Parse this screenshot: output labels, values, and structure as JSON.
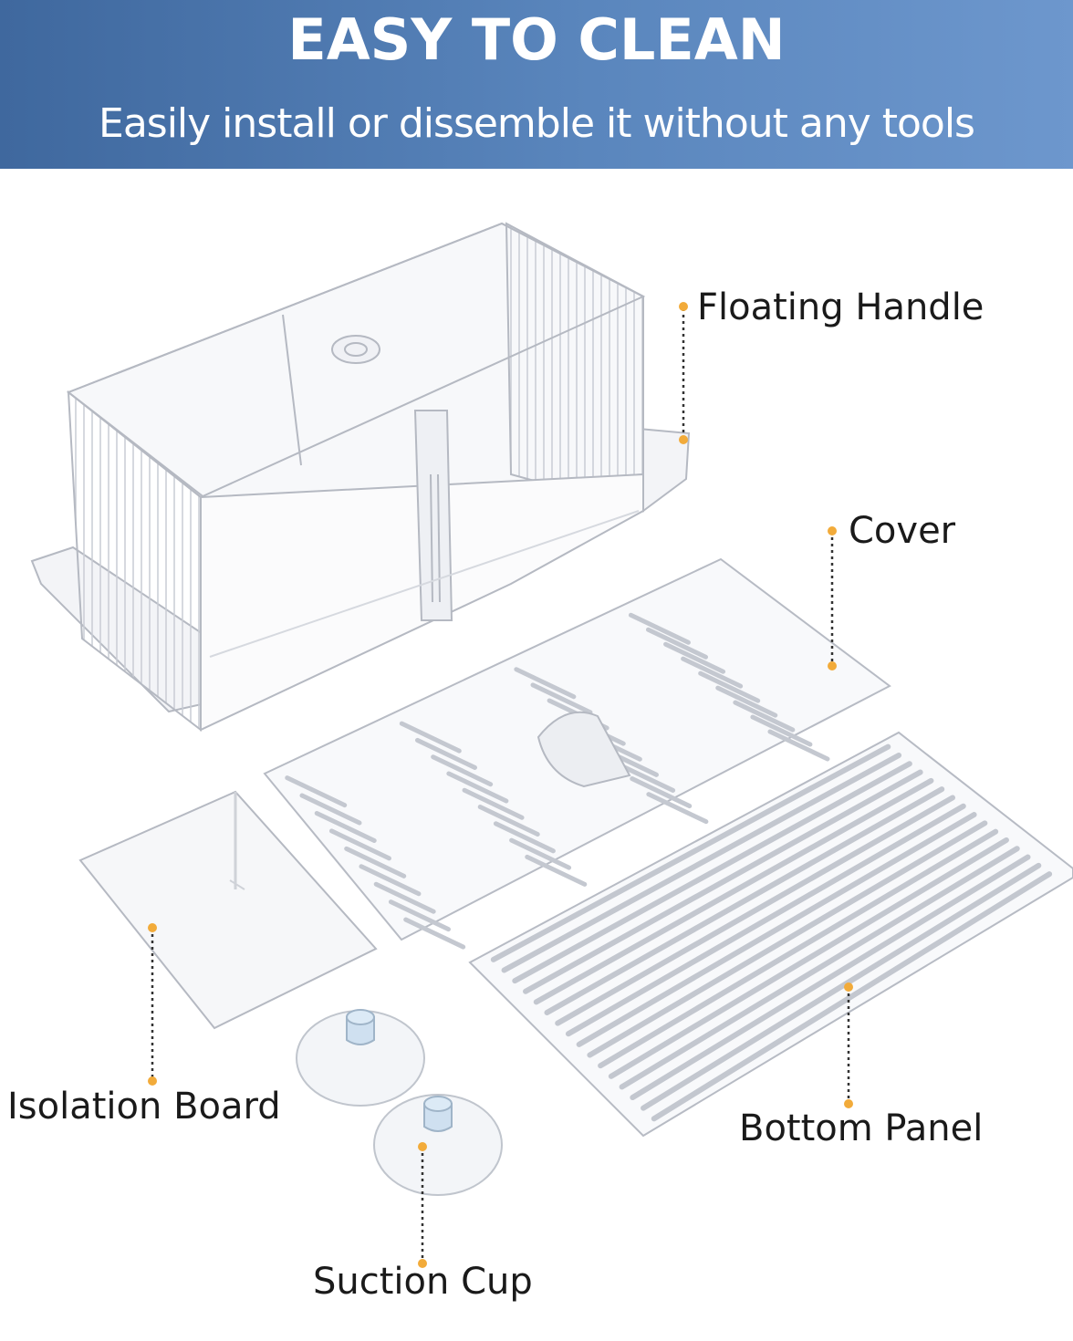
{
  "banner": {
    "title": "EASY TO CLEAN",
    "subtitle": "Easily install or dissemble it without any tools"
  },
  "labels": {
    "floating_handle": "Floating Handle",
    "cover": "Cover",
    "isolation_board": "Isolation Board",
    "bottom_panel": "Bottom Panel",
    "suction_cup": "Suction Cup"
  },
  "colors": {
    "banner_start": "#3f689e",
    "banner_end": "#6d97cd",
    "callout_dot": "#f2ab3a",
    "callout_line": "#333333"
  }
}
